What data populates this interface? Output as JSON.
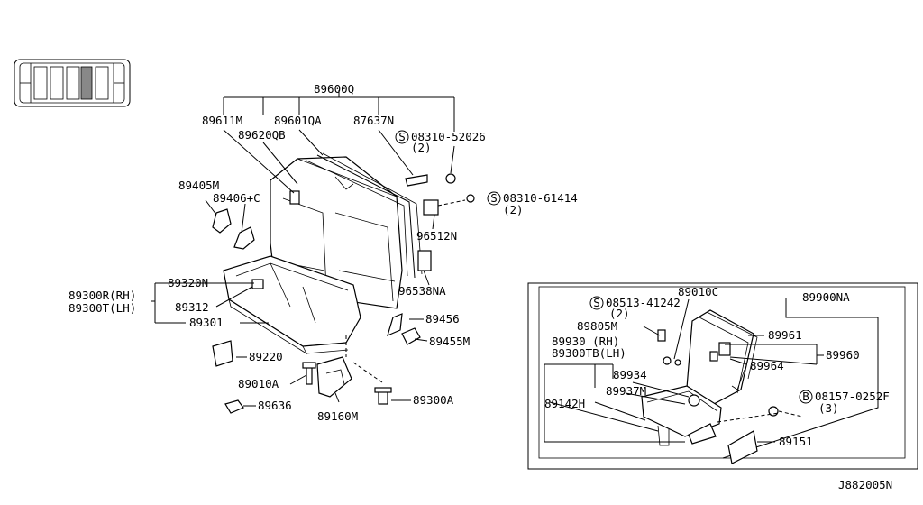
{
  "drawing_code": "J882005N",
  "labels": {
    "l_89600Q": "89600Q",
    "l_89611M": "89611M",
    "l_89620QB": "89620QB",
    "l_89601QA": "89601QA",
    "l_87637N": "87637N",
    "l_08310_52026": "08310-52026",
    "l_08310_52026_qty": "(2)",
    "l_08310_61414": "08310-61414",
    "l_08310_61414_qty": "(2)",
    "l_96512N": "96512N",
    "l_96538NA": "96538NA",
    "l_89405M": "89405M",
    "l_89406C": "89406+C",
    "l_89320N": "89320N",
    "l_89300R": "89300R(RH)",
    "l_89300T": "89300T(LH)",
    "l_89312": "89312",
    "l_89301": "89301",
    "l_89456": "89456",
    "l_89455M": "89455M",
    "l_89220": "89220",
    "l_89010A": "89010A",
    "l_89636": "89636",
    "l_89160M": "89160M",
    "l_89300A": "89300A",
    "l_89900NA": "89900NA",
    "l_89010C": "89010C",
    "l_08513_41242": "08513-41242",
    "l_08513_41242_qty": "(2)",
    "l_89805M": "89805M",
    "l_89961": "89961",
    "l_89930": "89930 (RH)",
    "l_89300TB": "89300TB(LH)",
    "l_89960": "89960",
    "l_89964": "89964",
    "l_89934": "89934",
    "l_89937M": "89937M",
    "l_89142H": "89142H",
    "l_08157_0252F": "08157-0252F",
    "l_08157_0252F_qty": "(3)",
    "l_89151": "89151"
  },
  "symbols": {
    "s1": "S",
    "s2": "S",
    "s3": "S",
    "b1": "B"
  }
}
